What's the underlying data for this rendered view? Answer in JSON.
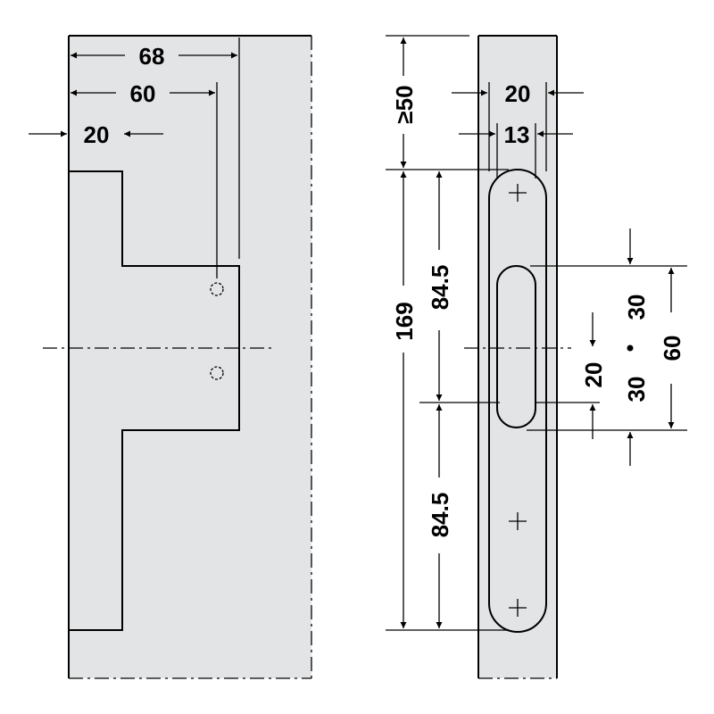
{
  "colors": {
    "panel_fill": "#e3e4e6",
    "cutout_fill": "#ffffff",
    "line": "#000000"
  },
  "left_view": {
    "dim_total_width": "68",
    "dim_hole_offset": "60",
    "dim_edge_depth": "20"
  },
  "right_view": {
    "dim_min_height": "≥50",
    "dim_frame_width": "20",
    "dim_slot_width": "13",
    "dim_total_length": "169",
    "dim_upper_half": "84.5",
    "dim_lower_half": "84.5",
    "dim_above_center": "30",
    "dim_below_center": "30",
    "dim_slot_offset": "20",
    "dim_span": "60"
  }
}
